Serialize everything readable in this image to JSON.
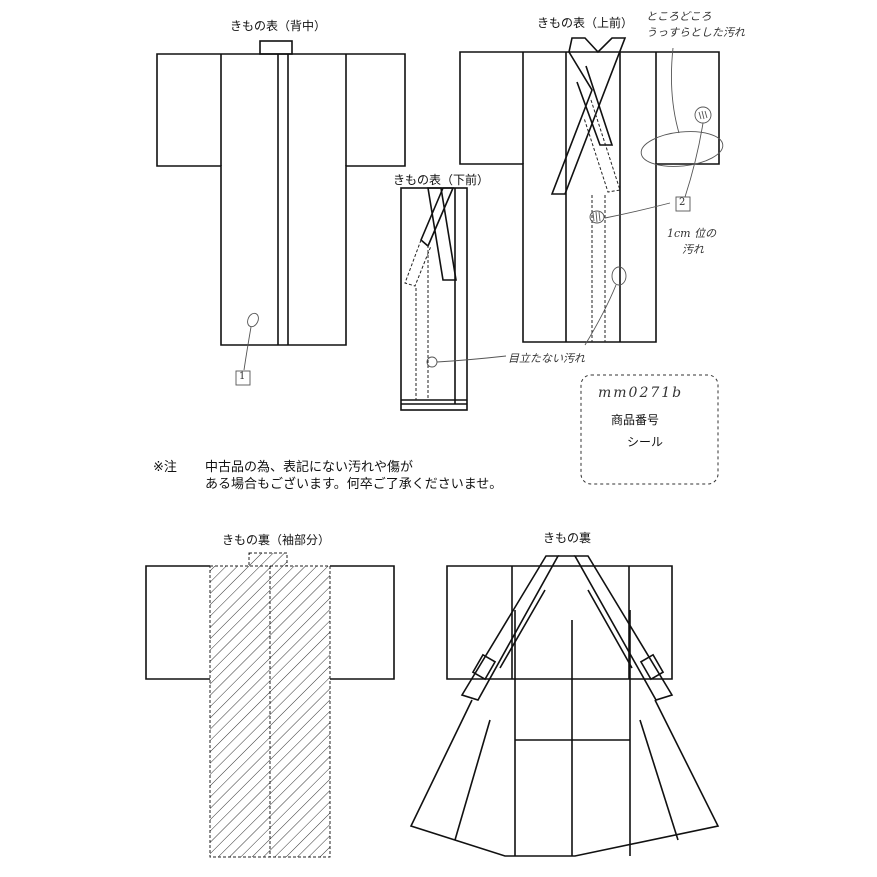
{
  "labels": {
    "back": "きもの表（背中）",
    "front_upper": "きもの表（上前）",
    "front_lower": "きもの表（下前）",
    "lining_sleeve": "きもの裏（袖部分）",
    "lining": "きもの裏"
  },
  "handwritten": {
    "scattered_stains_line1": "ところどころ",
    "scattered_stains_line2": "うっすらとした汚れ",
    "spot_stain_line1": "1cm 位の",
    "spot_stain_line2": "汚れ",
    "faint_stain": "目立たない汚れ",
    "product_code": "mm0271b",
    "mark_1": "1",
    "mark_2": "2"
  },
  "sticker": {
    "line1": "商品番号",
    "line2": "シール"
  },
  "note": {
    "prefix": "※注",
    "line1": "中古品の為、表記にない汚れや傷が",
    "line2": "ある場合もございます。何卒ご了承くださいませ。"
  }
}
